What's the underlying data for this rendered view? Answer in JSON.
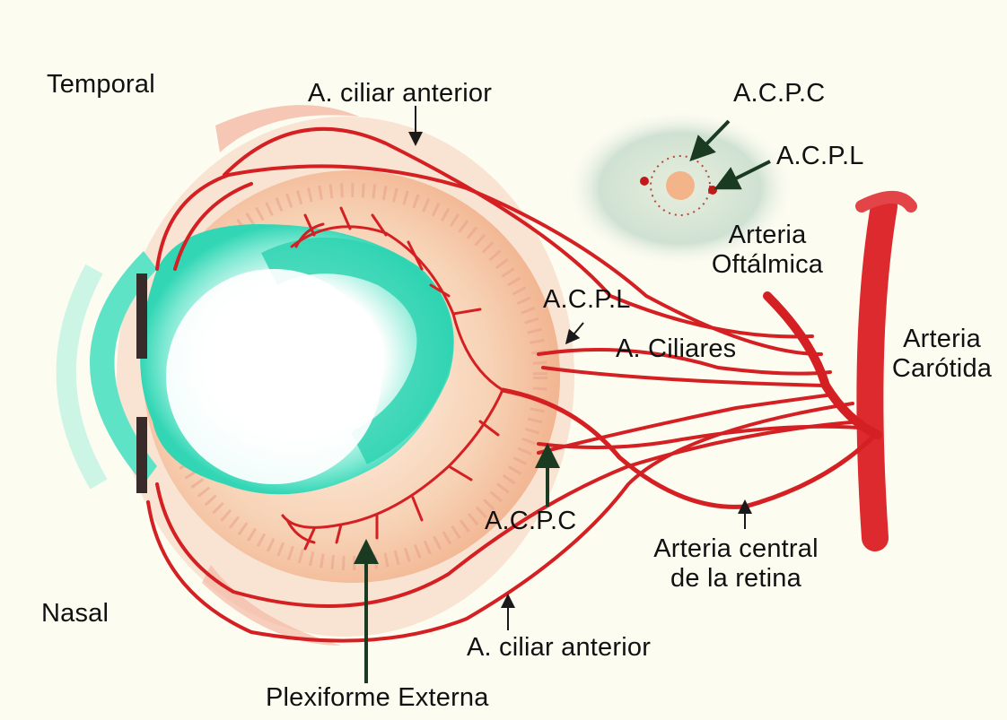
{
  "labels": {
    "temporal": "Temporal",
    "nasal": "Nasal",
    "ciliar_anterior_top": "A. ciliar anterior",
    "ciliar_anterior_bottom": "A. ciliar anterior",
    "acpc_top": "A.C.P.C",
    "acpl_top": "A.C.P.L",
    "arteria_oftalmica_1": "Arteria",
    "arteria_oftalmica_2": "Oftálmica",
    "acpl_mid": "A.C.P.L",
    "ciliares": "A. Ciliares",
    "arteria_carotida_1": "Arteria",
    "arteria_carotida_2": "Carótida",
    "acpc_bottom": "A.C.P.C",
    "central_retina_1": "Arteria central",
    "central_retina_2": "de la retina",
    "plexiforme": "Plexiforme Externa"
  },
  "colors": {
    "artery": "#d41f23",
    "artery_dark": "#b8141a",
    "sclera": "#f6c9a8",
    "vitreous": "#3fdcbc",
    "background": "#fdfcf1",
    "pointer_arrow": "#1a3a22"
  }
}
